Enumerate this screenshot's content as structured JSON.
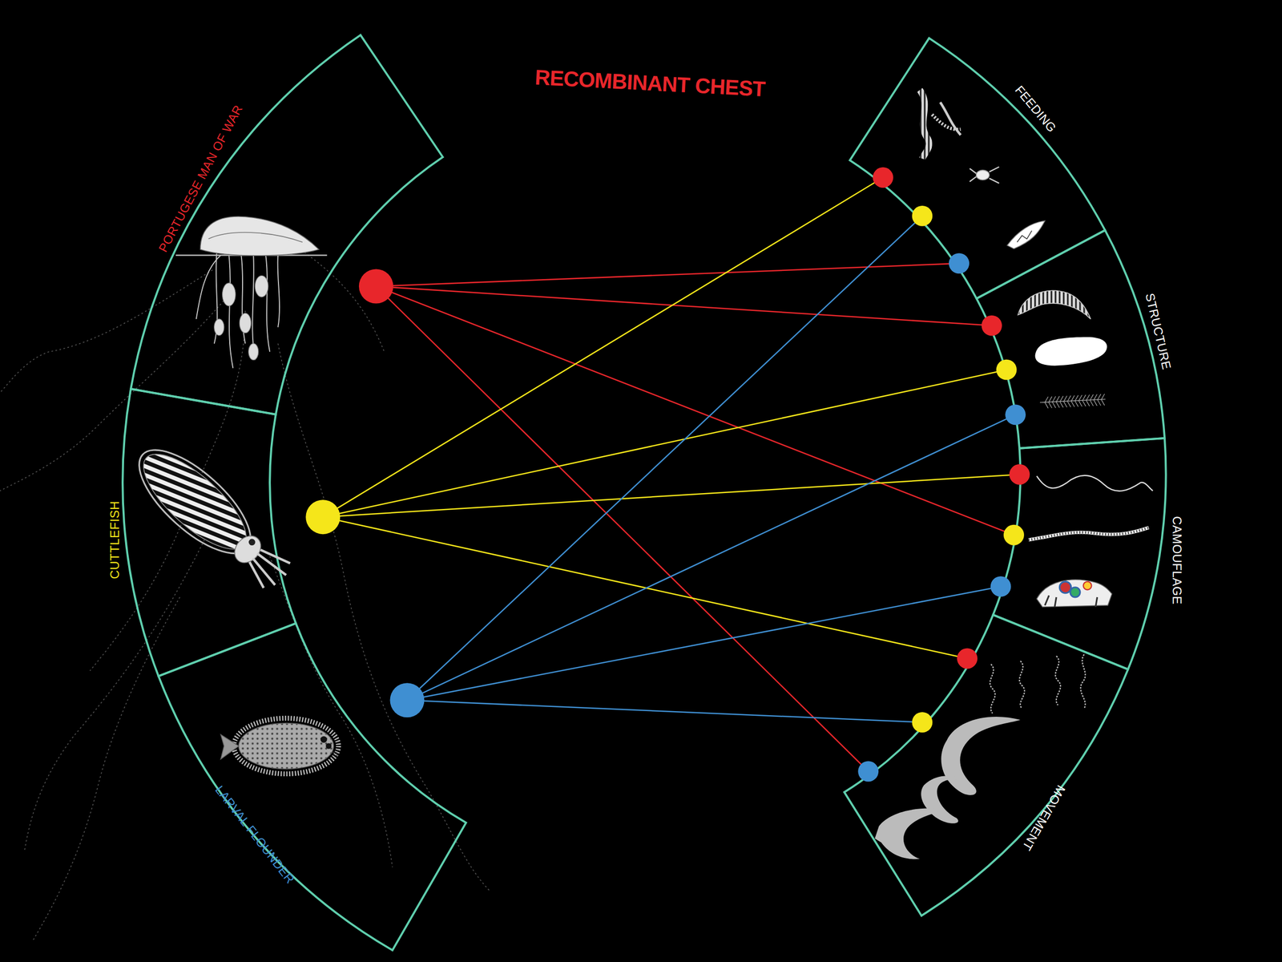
{
  "diagram": {
    "title": "RECOMBINANT CHEST",
    "nodes": [
      {
        "text": [
          "PORTUGESE MAN OF WAR"
        ]
      },
      {
        "text": [
          "CUTTLEFISH"
        ]
      },
      {
        "text": [
          "LARVAL FLOUNDER"
        ]
      },
      {
        "text": [
          "FEEDING"
        ]
      },
      {
        "text": [
          "STRUCTURE"
        ]
      },
      {
        "text": [
          "CAMOUFLAGE"
        ]
      },
      {
        "text": [
          "MOVEMENT"
        ]
      }
    ],
    "edges": [
      {
        "from": 0,
        "to": 3,
        "arrow": "none"
      },
      {
        "from": 0,
        "to": 4,
        "arrow": "none"
      },
      {
        "from": 0,
        "to": 5,
        "arrow": "none"
      },
      {
        "from": 0,
        "to": 6,
        "arrow": "none"
      },
      {
        "from": 1,
        "to": 3,
        "arrow": "none"
      },
      {
        "from": 1,
        "to": 4,
        "arrow": "none"
      },
      {
        "from": 1,
        "to": 5,
        "arrow": "none"
      },
      {
        "from": 1,
        "to": 6,
        "arrow": "none"
      },
      {
        "from": 2,
        "to": 3,
        "arrow": "none"
      },
      {
        "from": 2,
        "to": 4,
        "arrow": "none"
      },
      {
        "from": 2,
        "to": 5,
        "arrow": "none"
      },
      {
        "from": 2,
        "to": 6,
        "arrow": "none"
      }
    ]
  }
}
